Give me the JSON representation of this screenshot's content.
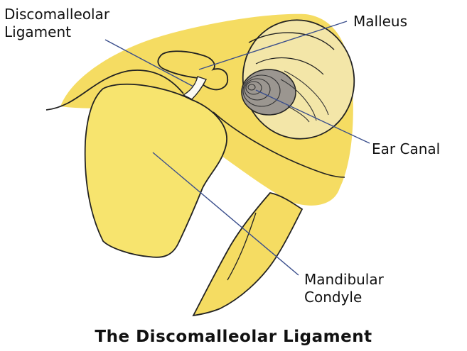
{
  "labels": {
    "disco_line1": "Discomalleolar",
    "disco_line2": "Ligament",
    "malleus": "Malleus",
    "ear_canal": "Ear Canal",
    "mandib_line1": "Mandibular",
    "mandib_line2": "Condyle"
  },
  "caption": "The Discomalleolar Ligament",
  "colors": {
    "tissue": "#f5dc62",
    "condyle": "#f7e46e",
    "drum": "#f3e6a8",
    "canal": "#9b9690",
    "outline": "#222222",
    "leader": "#3a4e8c"
  }
}
